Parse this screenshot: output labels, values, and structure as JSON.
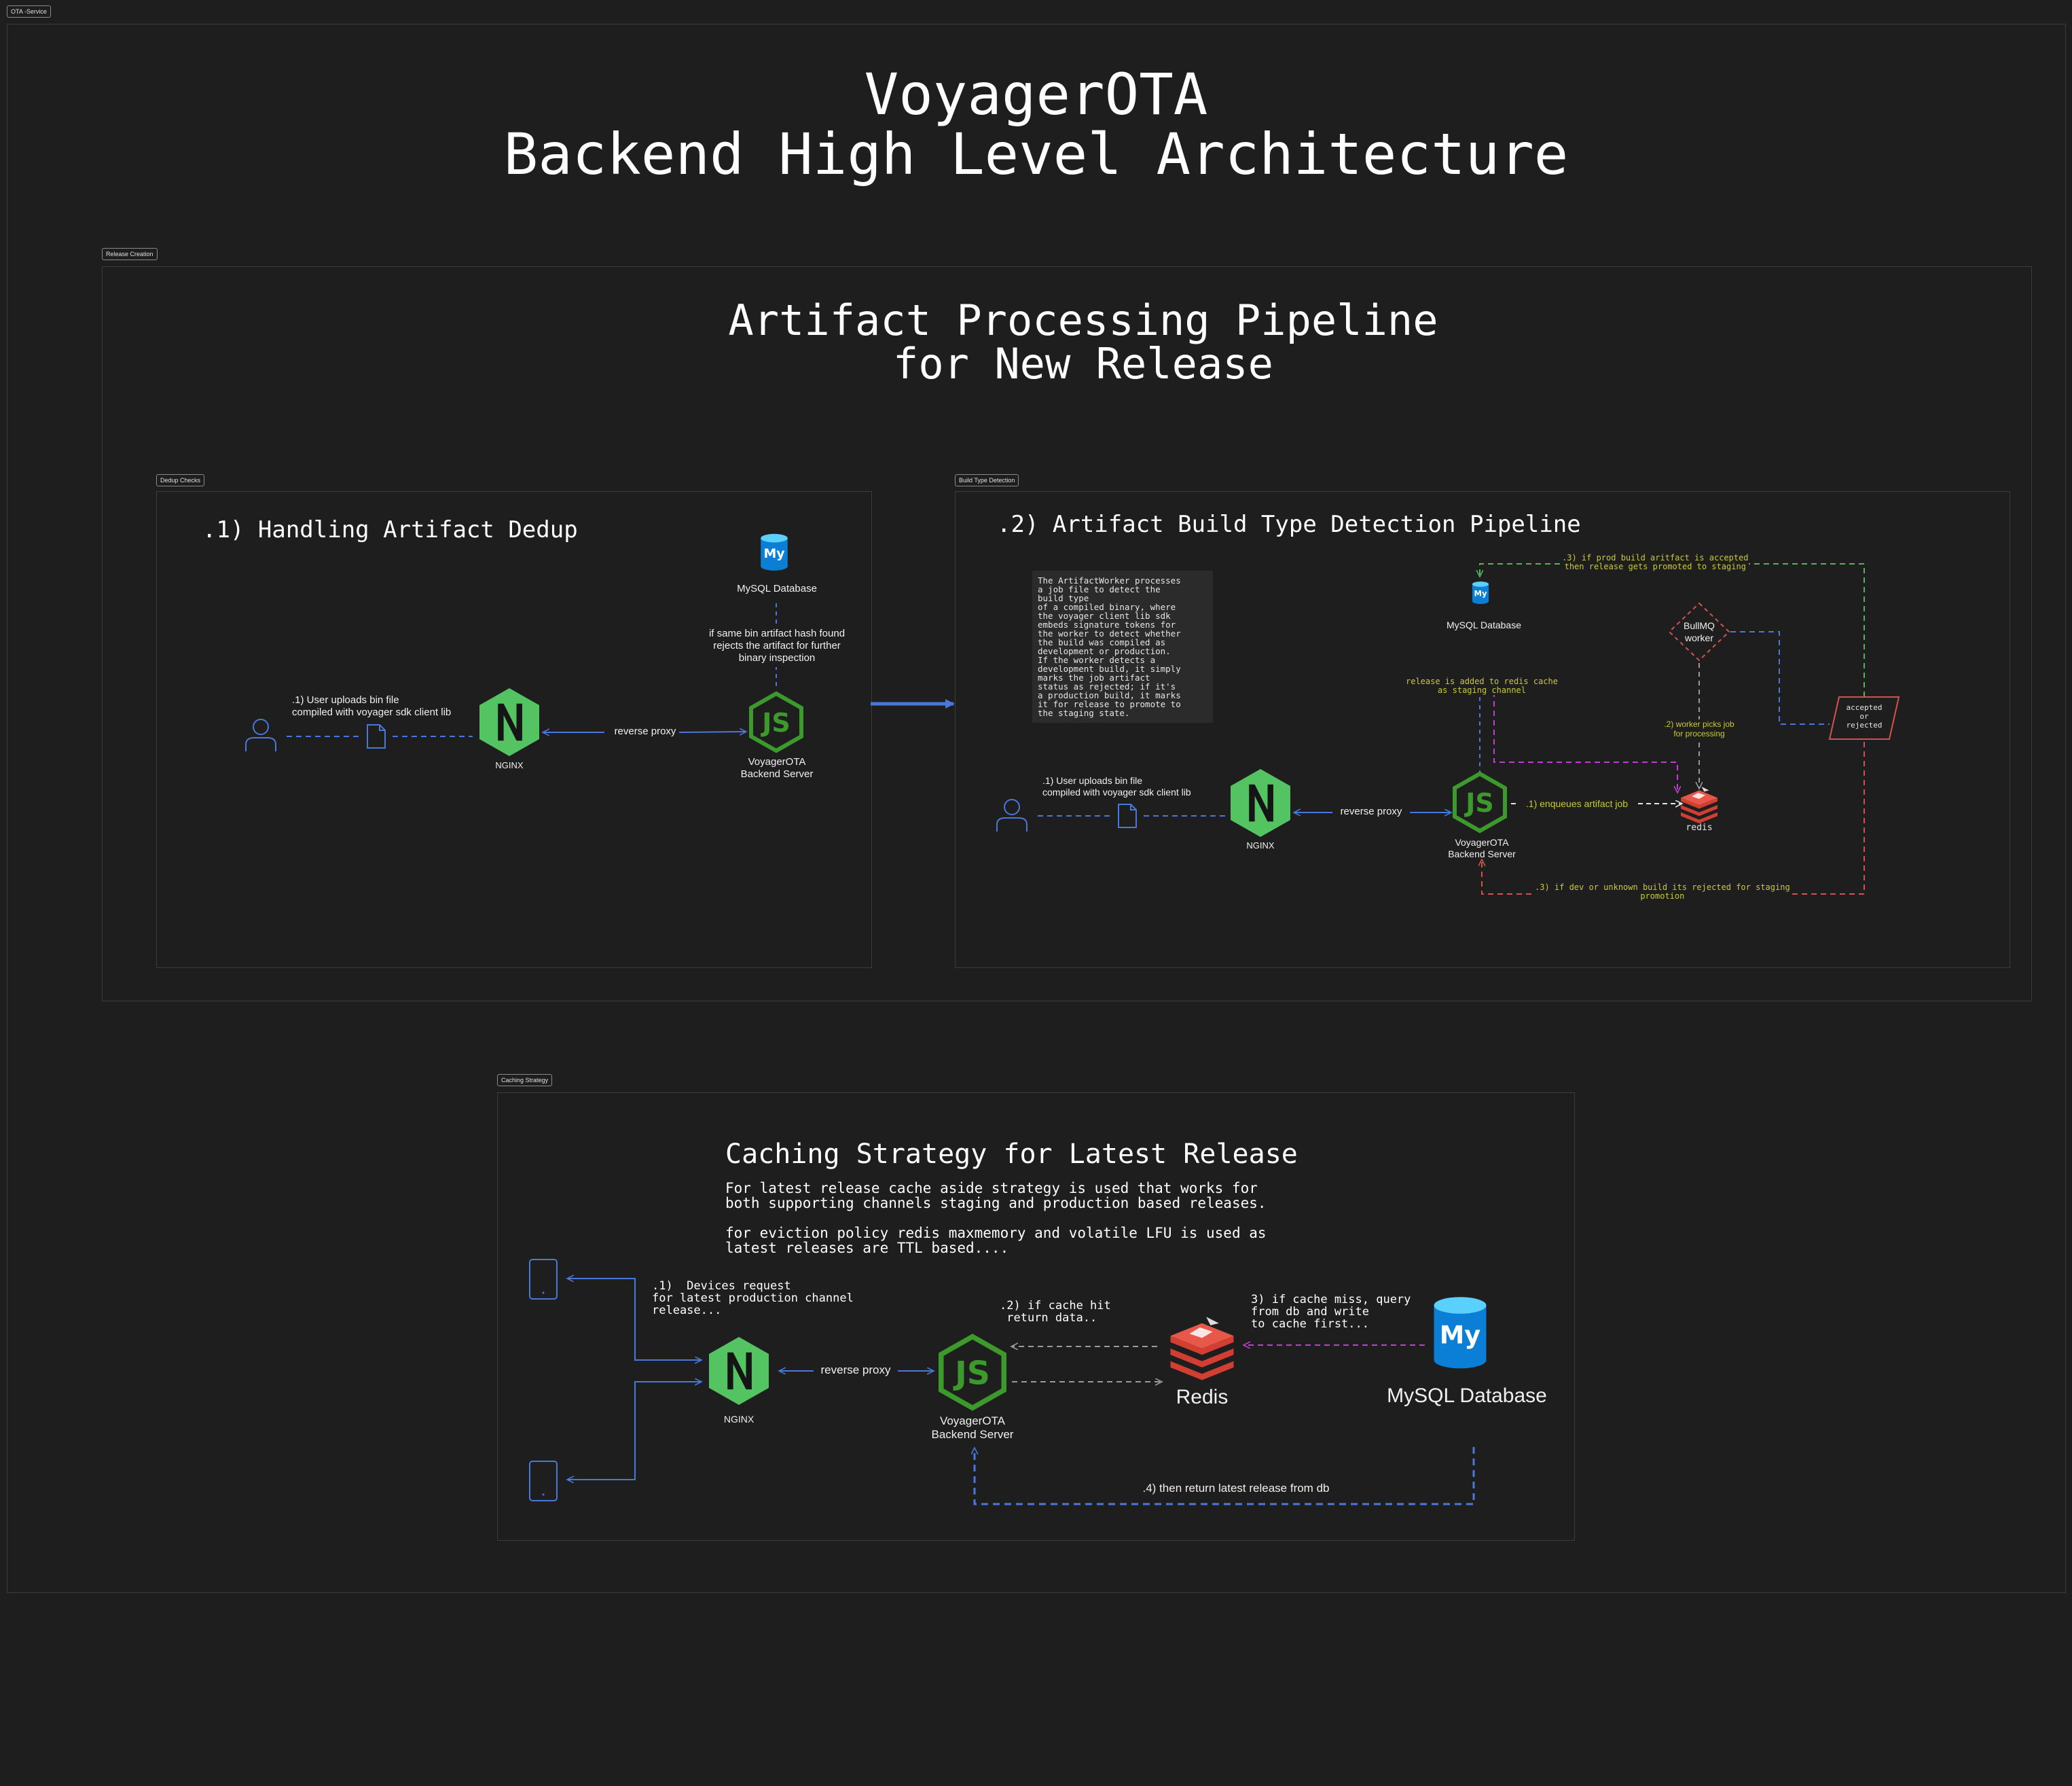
{
  "frames": {
    "outer": "OTA -Service",
    "release": "Release Creation",
    "dedup": "Dedup Checks",
    "build": "Build Type Detection",
    "caching": "Caching Strategy"
  },
  "title": {
    "line1": "VoyagerOTA",
    "line2": "Backend High Level Architecture"
  },
  "pipeline": {
    "title_line1": "Artifact Processing Pipeline",
    "title_line2": "for New Release"
  },
  "dedup": {
    "heading": ".1) Handling Artifact Dedup",
    "mysql_label": "MySQL Database",
    "hash_note": "if same bin artifact hash found\nrejects the artifact for further\nbinary inspection",
    "upload_note": ".1) User uploads bin file\ncompiled with voyager sdk client lib",
    "nginx_label": "NGINX",
    "proxy_label": "reverse proxy",
    "server_label": "VoyagerOTA\nBackend Server"
  },
  "build": {
    "heading": ".2) Artifact Build Type Detection Pipeline",
    "worker_note": "The ArtifactWorker processes\na job file to detect the\nbuild type\nof a compiled binary, where\nthe voyager client lib sdk\nembeds signature tokens for\nthe worker to detect whether\nthe build was compiled as\ndevelopment or production.\nIf the worker detects a\ndevelopment build, it simply\nmarks the job artifact\nstatus as rejected; if it's\na production build, it marks\nit for release to promote to\nthe staging state.",
    "mysql_label": "MySQL Database",
    "prod_note": ".3) if prod build aritfact is accepted\nthen release gets promoted to staging",
    "bullmq_label": "BullMQ\nworker",
    "redis_cache_note": "release is added to redis cache\nas staging channel",
    "worker_pick_note": ".2) worker picks job\nfor processing",
    "decision_label": "accepted\nor\nrejected",
    "upload_note": ".1) User uploads bin file\ncompiled with voyager sdk client lib",
    "nginx_label": "NGINX",
    "proxy_label": "reverse proxy",
    "server_label": "VoyagerOTA\nBackend Server",
    "enqueue_note": ".1) enqueues artifact job",
    "redis_label": "redis",
    "reject_note": ".3) if dev or unknown build its rejected for staging\npromotion"
  },
  "caching": {
    "heading": "Caching Strategy for Latest Release",
    "para1": "For latest release cache aside strategy is used that works for\nboth supporting channels staging and production based releases.",
    "para2": "for eviction policy redis maxmemory and volatile LFU is used as\nlatest releases are TTL based....",
    "devices_note": ".1)  Devices request\nfor latest production channel\nrelease...",
    "nginx_label": "NGINX",
    "proxy_label": "reverse proxy",
    "server_label": "VoyagerOTA\nBackend Server",
    "hit_note": ".2) if cache hit\n return data..",
    "redis_label": "Redis",
    "miss_note": "3) if cache miss, query\nfrom db and write\nto cache first...",
    "mysql_label": "MySQL Database",
    "return_note": ".4) then return latest release from db"
  },
  "colors": {
    "background": "#1e1e1e",
    "frame": "#3c3c3c",
    "nginx": "#54c463",
    "node": "#3c9a2c",
    "mysql": "#0b7fd6",
    "redis": "#d23e31",
    "blue_arrow": "#4a78d8",
    "magenta_arrow": "#c13fd0",
    "green_dashed": "#57b35b",
    "red_dashed": "#d25252",
    "yellow_text": "#c9c93a"
  }
}
